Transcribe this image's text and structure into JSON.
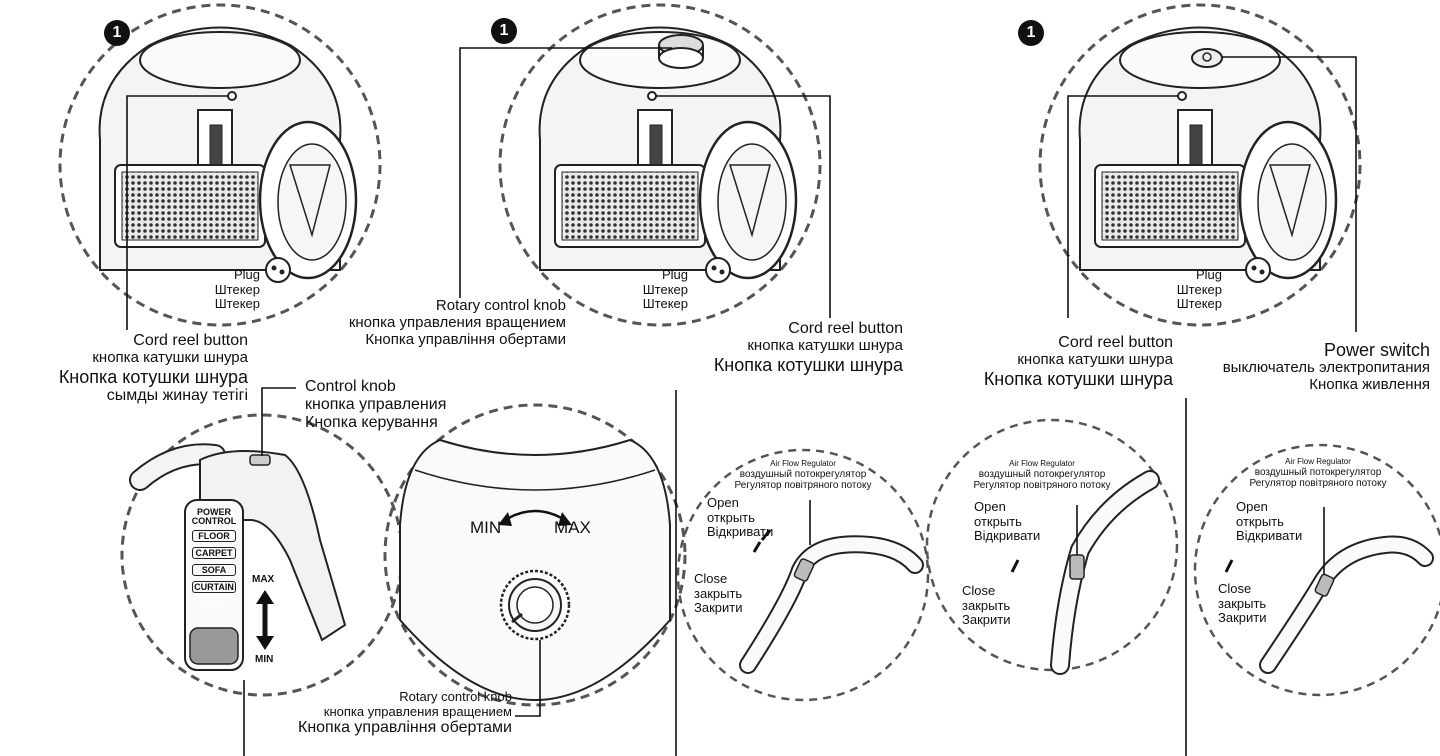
{
  "step_badge": "1",
  "plug": [
    "Plug",
    "Штекер",
    "Штекер"
  ],
  "panel1": {
    "cord_reel": [
      "Cord reel button",
      "кнопка катушки шнура",
      "Кнопка котушки шнура",
      "сымды жинау тетігі"
    ],
    "control_knob": [
      "Control knob",
      "кнопка управления",
      "Кнопка керування"
    ],
    "remote_buttons": [
      "POWER CONTROL",
      "FLOOR",
      "CARPET",
      "SOFA",
      "CURTAIN",
      "OFF"
    ],
    "max": "MAX",
    "min": "MIN"
  },
  "panel2": {
    "rotary_top": [
      "Rotary control knob",
      "кнопка управления вращением",
      "Кнопка управління обертами"
    ],
    "rotary_bottom": [
      "Rotary control knob",
      "кнопка управления вращением",
      "Кнопка управління обертами"
    ],
    "min": "MIN",
    "max": "MAX"
  },
  "panel3": {
    "cord_reel": [
      "Cord reel button",
      "кнопка катушки шнура",
      "Кнопка котушки шнура"
    ]
  },
  "panel4": {
    "cord_reel": [
      "Cord reel button",
      "кнопка катушки шнура",
      "Кнопка котушки шнура"
    ],
    "power_switch": [
      "Power switch",
      "выключатель электропитания",
      "Кнопка живлення"
    ]
  },
  "air_flow": [
    {
      "title": [
        "Air Flow Regulator",
        "воздушный потокрегулятор",
        "Регулятор повітряного потоку"
      ],
      "open": [
        "Open",
        "открыть",
        "Відкривати"
      ],
      "close": [
        "Close",
        "закрыть",
        "Закрити"
      ]
    },
    {
      "title": [
        "Air Flow Regulator",
        "воздушный потокрегулятор",
        "Регулятор повітряного потоку"
      ],
      "open": [
        "Open",
        "открыть",
        "Відкривати"
      ],
      "close": [
        "Close",
        "закрыть",
        "Закрити"
      ]
    },
    {
      "title": [
        "Air Flow Regulator",
        "воздушный потокрегулятоp",
        "Регулятор повітряного потоку"
      ],
      "open": [
        "Open",
        "открыть",
        "Відкривати"
      ],
      "close": [
        "Close",
        "закрыть",
        "Закрити"
      ]
    }
  ]
}
